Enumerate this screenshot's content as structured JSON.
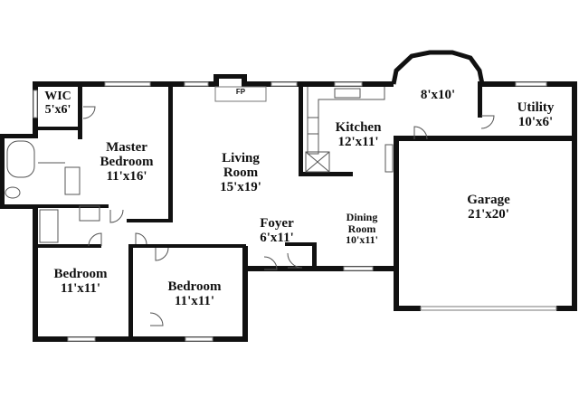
{
  "rooms": {
    "wic": {
      "name": "WIC",
      "size": "5'x6'"
    },
    "master": {
      "name_line1": "Master",
      "name_line2": "Bedroom",
      "size": "11'x16'"
    },
    "living": {
      "name_line1": "Living",
      "name_line2": "Room",
      "size": "15'x19'"
    },
    "kitchen": {
      "name": "Kitchen",
      "size": "12'x11'"
    },
    "nook": {
      "size": "8'x10'"
    },
    "utility": {
      "name": "Utility",
      "size": "10'x6'"
    },
    "garage": {
      "name": "Garage",
      "size": "21'x20'"
    },
    "foyer": {
      "name": "Foyer",
      "size": "6'x11'"
    },
    "dining": {
      "name_line1": "Dining",
      "name_line2": "Room",
      "size": "10'x11'"
    },
    "bedroom2": {
      "name": "Bedroom",
      "size": "11'x11'"
    },
    "bedroom3": {
      "name": "Bedroom",
      "size": "11'x11'"
    }
  },
  "fireplace": {
    "label": "FP"
  }
}
